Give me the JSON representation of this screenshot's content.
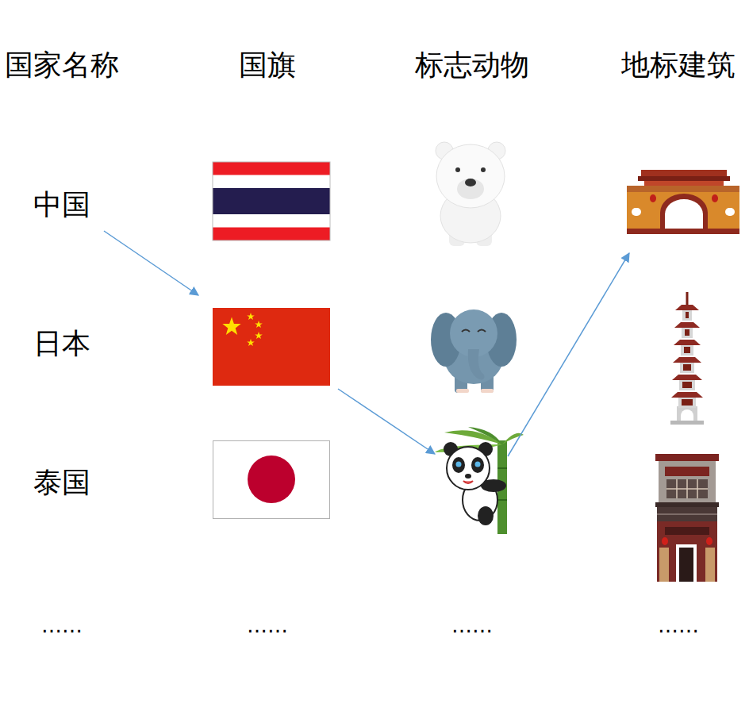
{
  "diagram": {
    "labels": [
      "国家名称",
      "国旗",
      "标志动物",
      "地标建筑",
      "中国",
      "日本",
      "泰国",
      "……",
      "……",
      "……",
      "……"
    ]
  }
}
